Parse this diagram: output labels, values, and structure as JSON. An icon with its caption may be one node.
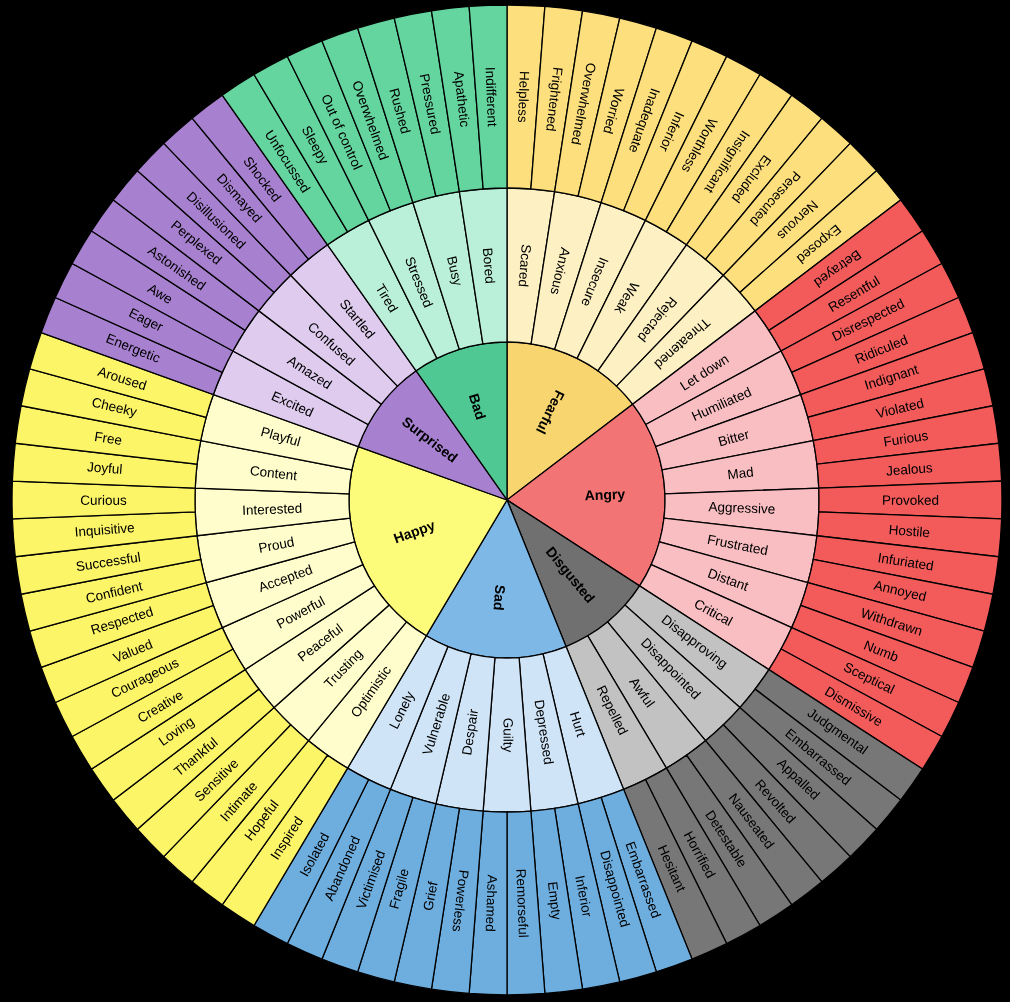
{
  "diagram": {
    "nodes": [
      {
        "text": [
          "Fearful"
        ]
      },
      {
        "text": [
          "Angry"
        ]
      },
      {
        "text": [
          "Disgusted"
        ]
      },
      {
        "text": [
          "Sad"
        ]
      },
      {
        "text": [
          "Happy"
        ]
      },
      {
        "text": [
          "Surprised"
        ]
      },
      {
        "text": [
          "Bad"
        ]
      },
      {
        "text": [
          "Scared"
        ]
      },
      {
        "text": [
          "Anxious"
        ]
      },
      {
        "text": [
          "Insecure"
        ]
      },
      {
        "text": [
          "Weak"
        ]
      },
      {
        "text": [
          "Rejected"
        ]
      },
      {
        "text": [
          "Threatened"
        ]
      },
      {
        "text": [
          "Let down"
        ]
      },
      {
        "text": [
          "Humiliated"
        ]
      },
      {
        "text": [
          "Bitter"
        ]
      },
      {
        "text": [
          "Mad"
        ]
      },
      {
        "text": [
          "Aggressive"
        ]
      },
      {
        "text": [
          "Frustrated"
        ]
      },
      {
        "text": [
          "Distant"
        ]
      },
      {
        "text": [
          "Critical"
        ]
      },
      {
        "text": [
          "Disapproving"
        ]
      },
      {
        "text": [
          "Disappointed"
        ]
      },
      {
        "text": [
          "Awful"
        ]
      },
      {
        "text": [
          "Repelled"
        ]
      },
      {
        "text": [
          "Hurt"
        ]
      },
      {
        "text": [
          "Depressed"
        ]
      },
      {
        "text": [
          "Guilty"
        ]
      },
      {
        "text": [
          "Despair"
        ]
      },
      {
        "text": [
          "Vulnerable"
        ]
      },
      {
        "text": [
          "Lonely"
        ]
      },
      {
        "text": [
          "Optimistic"
        ]
      },
      {
        "text": [
          "Trusting"
        ]
      },
      {
        "text": [
          "Peaceful"
        ]
      },
      {
        "text": [
          "Powerful"
        ]
      },
      {
        "text": [
          "Accepted"
        ]
      },
      {
        "text": [
          "Proud"
        ]
      },
      {
        "text": [
          "Interested"
        ]
      },
      {
        "text": [
          "Content"
        ]
      },
      {
        "text": [
          "Playful"
        ]
      },
      {
        "text": [
          "Excited"
        ]
      },
      {
        "text": [
          "Amazed"
        ]
      },
      {
        "text": [
          "Confused"
        ]
      },
      {
        "text": [
          "Startled"
        ]
      },
      {
        "text": [
          "Tired"
        ]
      },
      {
        "text": [
          "Stressed"
        ]
      },
      {
        "text": [
          "Busy"
        ]
      },
      {
        "text": [
          "Bored"
        ]
      },
      {
        "text": [
          "Helpless"
        ]
      },
      {
        "text": [
          "Frightened"
        ]
      },
      {
        "text": [
          "Overwhelmed"
        ]
      },
      {
        "text": [
          "Worried"
        ]
      },
      {
        "text": [
          "Inadequate"
        ]
      },
      {
        "text": [
          "Inferior"
        ]
      },
      {
        "text": [
          "Worthless"
        ]
      },
      {
        "text": [
          "Insignificant"
        ]
      },
      {
        "text": [
          "Excluded"
        ]
      },
      {
        "text": [
          "Persecuted"
        ]
      },
      {
        "text": [
          "Nervous"
        ]
      },
      {
        "text": [
          "Exposed"
        ]
      },
      {
        "text": [
          "Betrayed"
        ]
      },
      {
        "text": [
          "Resentful"
        ]
      },
      {
        "text": [
          "Disrespected"
        ]
      },
      {
        "text": [
          "Ridiculed"
        ]
      },
      {
        "text": [
          "Indignant"
        ]
      },
      {
        "text": [
          "Violated"
        ]
      },
      {
        "text": [
          "Furious"
        ]
      },
      {
        "text": [
          "Jealous"
        ]
      },
      {
        "text": [
          "Provoked"
        ]
      },
      {
        "text": [
          "Hostile"
        ]
      },
      {
        "text": [
          "Infuriated"
        ]
      },
      {
        "text": [
          "Annoyed"
        ]
      },
      {
        "text": [
          "Withdrawn"
        ]
      },
      {
        "text": [
          "Numb"
        ]
      },
      {
        "text": [
          "Sceptical"
        ]
      },
      {
        "text": [
          "Dismissive"
        ]
      },
      {
        "text": [
          "Judgmental"
        ]
      },
      {
        "text": [
          "Embarrassed"
        ]
      },
      {
        "text": [
          "Appalled"
        ]
      },
      {
        "text": [
          "Revolted"
        ]
      },
      {
        "text": [
          "Nauseated"
        ]
      },
      {
        "text": [
          "Detestable"
        ]
      },
      {
        "text": [
          "Horrified"
        ]
      },
      {
        "text": [
          "Hesitant"
        ]
      },
      {
        "text": [
          "Embarrassed"
        ]
      },
      {
        "text": [
          "Disappointed"
        ]
      },
      {
        "text": [
          "Inferior"
        ]
      },
      {
        "text": [
          "Empty"
        ]
      },
      {
        "text": [
          "Remorseful"
        ]
      },
      {
        "text": [
          "Ashamed"
        ]
      },
      {
        "text": [
          "Powerless"
        ]
      },
      {
        "text": [
          "Grief"
        ]
      },
      {
        "text": [
          "Fragile"
        ]
      },
      {
        "text": [
          "Victimised"
        ]
      },
      {
        "text": [
          "Abandoned"
        ]
      },
      {
        "text": [
          "Isolated"
        ]
      },
      {
        "text": [
          "Inspired"
        ]
      },
      {
        "text": [
          "Hopeful"
        ]
      },
      {
        "text": [
          "Intimate"
        ]
      },
      {
        "text": [
          "Sensitive"
        ]
      },
      {
        "text": [
          "Thankful"
        ]
      },
      {
        "text": [
          "Loving"
        ]
      },
      {
        "text": [
          "Creative"
        ]
      },
      {
        "text": [
          "Courageous"
        ]
      },
      {
        "text": [
          "Valued"
        ]
      },
      {
        "text": [
          "Respected"
        ]
      },
      {
        "text": [
          "Confident"
        ]
      },
      {
        "text": [
          "Successful"
        ]
      },
      {
        "text": [
          "Inquisitive"
        ]
      },
      {
        "text": [
          "Curious"
        ]
      },
      {
        "text": [
          "Joyful"
        ]
      },
      {
        "text": [
          "Free"
        ]
      },
      {
        "text": [
          "Cheeky"
        ]
      },
      {
        "text": [
          "Aroused"
        ]
      },
      {
        "text": [
          "Energetic"
        ]
      },
      {
        "text": [
          "Eager"
        ]
      },
      {
        "text": [
          "Awe"
        ]
      },
      {
        "text": [
          "Astonished"
        ]
      },
      {
        "text": [
          "Perplexed"
        ]
      },
      {
        "text": [
          "Disillusioned"
        ]
      },
      {
        "text": [
          "Dismayed"
        ]
      },
      {
        "text": [
          "Shocked"
        ]
      },
      {
        "text": [
          "Unfocussed"
        ]
      },
      {
        "text": [
          "Sleepy"
        ]
      },
      {
        "text": [
          "Out of control"
        ]
      },
      {
        "text": [
          "Overwhelmed"
        ]
      },
      {
        "text": [
          "Rushed"
        ]
      },
      {
        "text": [
          "Pressured"
        ]
      },
      {
        "text": [
          "Apathetic"
        ]
      },
      {
        "text": [
          "Indifferent"
        ]
      }
    ]
  }
}
